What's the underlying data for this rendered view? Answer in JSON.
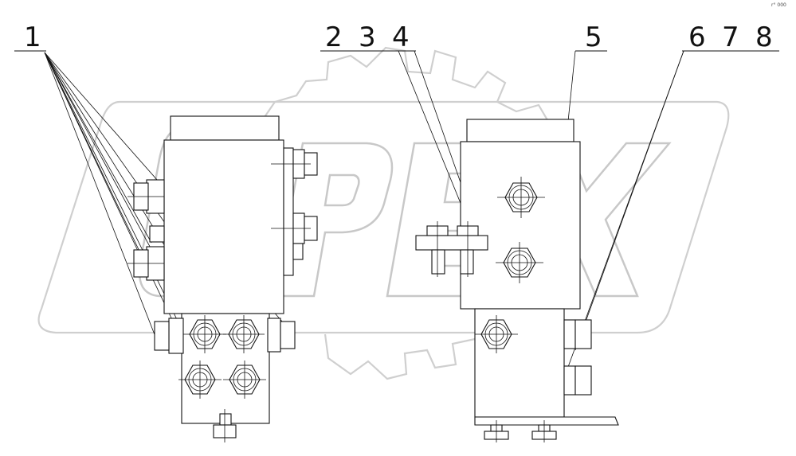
{
  "drawing": {
    "callouts": [
      "1",
      "2",
      "3",
      "4",
      "5",
      "6",
      "7",
      "8"
    ],
    "corner_mark": "r° 000"
  },
  "watermark": {
    "text": "OPEX",
    "color": "#cccccc"
  },
  "line_color": "#111111"
}
